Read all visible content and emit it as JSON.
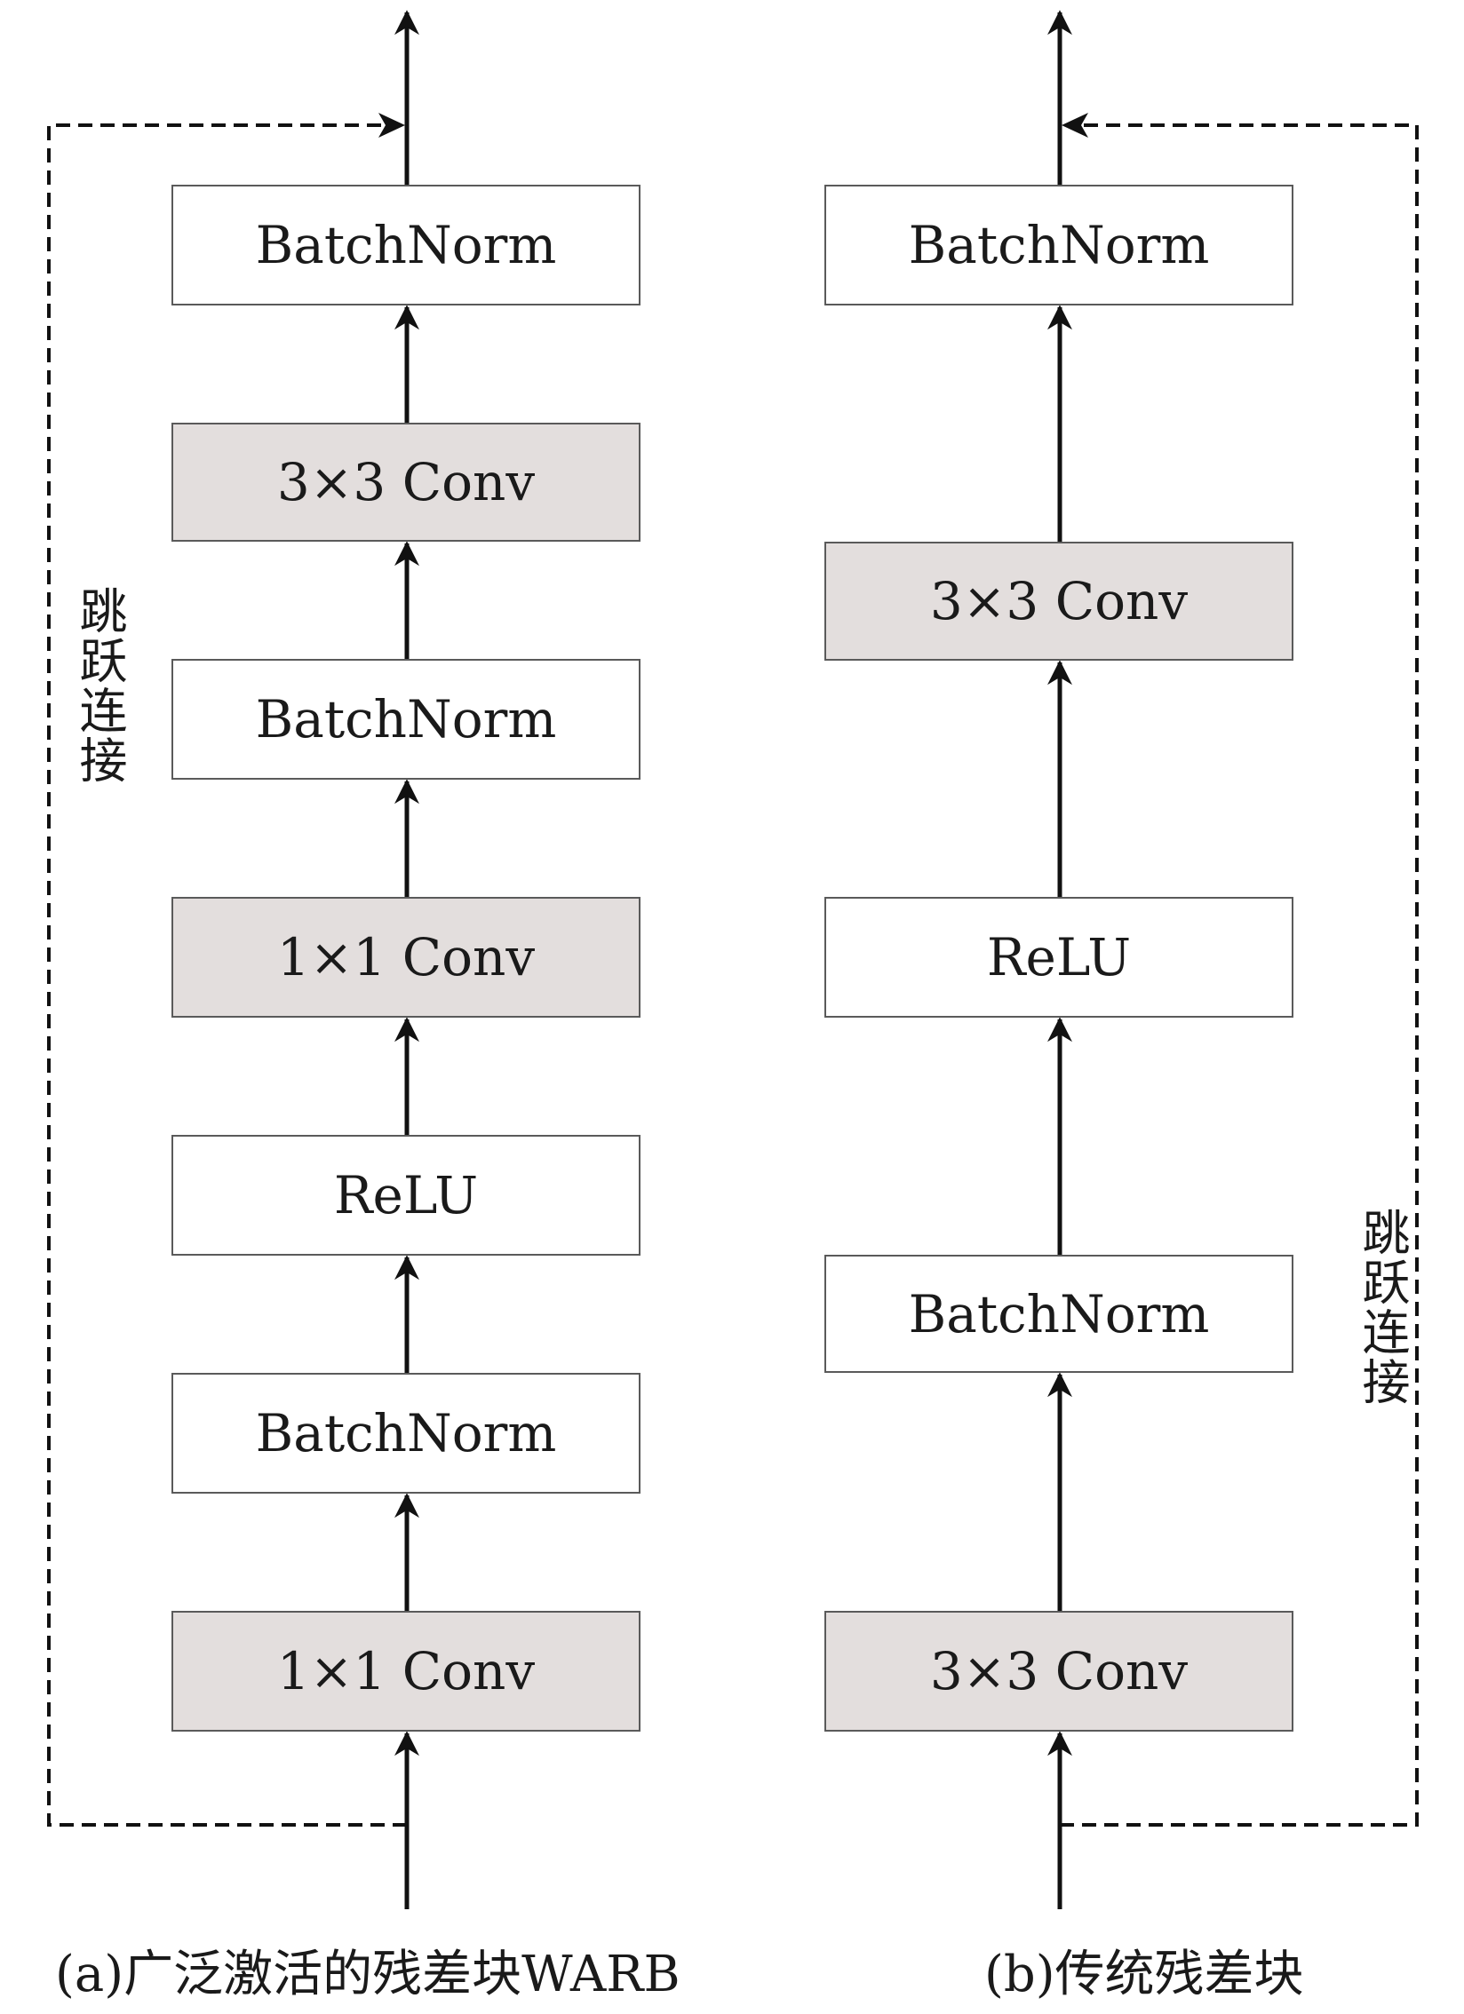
{
  "panel_a": {
    "blocks": [
      {
        "label": "BatchNorm",
        "kind": "plain"
      },
      {
        "label": "3×3 Conv",
        "kind": "conv"
      },
      {
        "label": "BatchNorm",
        "kind": "plain"
      },
      {
        "label": "1×1 Conv",
        "kind": "conv"
      },
      {
        "label": "ReLU",
        "kind": "plain"
      },
      {
        "label": "BatchNorm",
        "kind": "plain"
      },
      {
        "label": "1×1 Conv",
        "kind": "conv"
      }
    ],
    "skip_label": "跳跃连接",
    "caption": "(a)广泛激活的残差块WARB"
  },
  "panel_b": {
    "blocks": [
      {
        "label": "BatchNorm",
        "kind": "plain"
      },
      {
        "label": "3×3 Conv",
        "kind": "conv"
      },
      {
        "label": "ReLU",
        "kind": "plain"
      },
      {
        "label": "BatchNorm",
        "kind": "plain"
      },
      {
        "label": "3×3 Conv",
        "kind": "conv"
      }
    ],
    "skip_label": "跳跃连接",
    "caption": "(b)传统残差块"
  },
  "colors": {
    "conv_fill": "#e3dedd",
    "plain_fill": "#ffffff",
    "line": "#111111"
  }
}
